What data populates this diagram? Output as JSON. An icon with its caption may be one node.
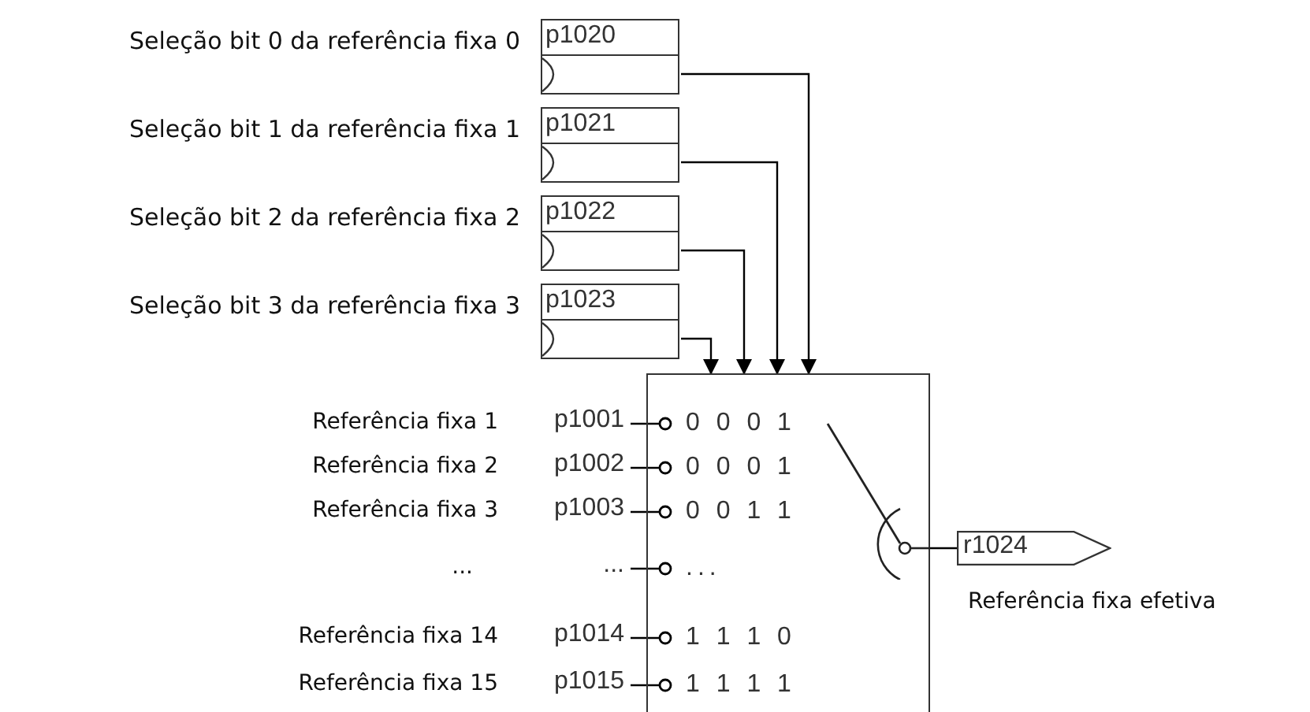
{
  "diagram": {
    "nodes": [
      {
        "text": [
          "p1020"
        ],
        "beside": [
          "Seleção bit 0 da referência fixa 0"
        ]
      },
      {
        "text": [
          "p1021"
        ],
        "beside": [
          "Seleção bit 1 da referência fixa 1"
        ]
      },
      {
        "text": [
          "p1022"
        ],
        "beside": [
          "Seleção bit 2 da referência fixa 2"
        ]
      },
      {
        "text": [
          "p1023"
        ],
        "beside": [
          "Seleção bit 3 da referência fixa 3"
        ]
      },
      {
        "text": [
          "0 0 0 1",
          "0 0 0 1",
          "0 0 1 1",
          "...",
          "1 1 1 0",
          "1 1 1 1"
        ]
      },
      {
        "text": [
          "p1001"
        ],
        "beside": [
          "Referência fixa 1"
        ]
      },
      {
        "text": [
          "p1002"
        ],
        "beside": [
          "Referência fixa 2"
        ]
      },
      {
        "text": [
          "p1003"
        ],
        "beside": [
          "Referência fixa 3"
        ]
      },
      {
        "text": [
          "..."
        ]
      },
      {
        "text": [
          "p1014"
        ],
        "beside": [
          "Referência fixa 14"
        ]
      },
      {
        "text": [
          "p1015"
        ],
        "beside": [
          "Referência fixa 15"
        ]
      },
      {
        "text": [
          "r1024"
        ],
        "beside": [
          "Referência fixa efetiva"
        ]
      }
    ],
    "edges": [
      {
        "from": 0,
        "to": 4,
        "arrow": "to"
      },
      {
        "from": 1,
        "to": 4,
        "arrow": "to"
      },
      {
        "from": 2,
        "to": 4,
        "arrow": "to"
      },
      {
        "from": 3,
        "to": 4,
        "arrow": "to"
      },
      {
        "from": 5,
        "to": 4,
        "arrow": "other"
      },
      {
        "from": 6,
        "to": 4,
        "arrow": "other"
      },
      {
        "from": 7,
        "to": 4,
        "arrow": "other"
      },
      {
        "from": 8,
        "to": 4,
        "arrow": "other"
      },
      {
        "from": 9,
        "to": 4,
        "arrow": "other"
      },
      {
        "from": 10,
        "to": 4,
        "arrow": "other"
      },
      {
        "from": 4,
        "to": 11,
        "arrow": "none"
      }
    ],
    "labels": [
      "..."
    ]
  }
}
